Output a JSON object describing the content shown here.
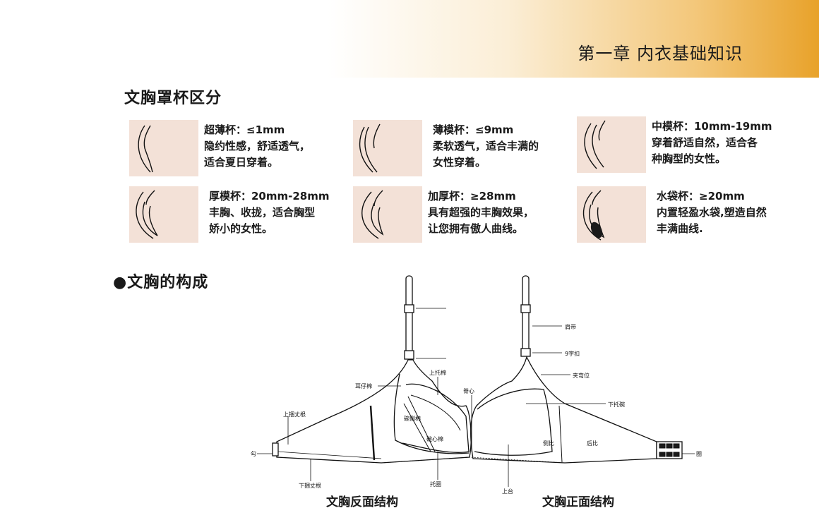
{
  "header": {
    "chapter_title": "第一章  内衣基础知识"
  },
  "section1": {
    "title": "文胸罩杯区分"
  },
  "cups": [
    {
      "name": "超薄杯：≤1mm",
      "lines": [
        "隐约性感，舒适透气，",
        "适合夏日穿着。"
      ]
    },
    {
      "name": "薄模杯：≤9mm",
      "lines": [
        "柔软透气，适合丰满的",
        "女性穿着。"
      ]
    },
    {
      "name": "中模杯：10mm-19mm",
      "lines": [
        "穿着舒适自然，适合各",
        "种胸型的女性。"
      ]
    },
    {
      "name": "厚模杯：20mm-28mm",
      "lines": [
        "丰胸、收拢，适合胸型",
        "娇小的女性。"
      ]
    },
    {
      "name": "加厚杯：≥28mm",
      "lines": [
        "具有超强的丰胸效果，",
        "让您拥有傲人曲线。"
      ]
    },
    {
      "name": "水袋杯：≥20mm",
      "lines": [
        "内置轻盈水袋,塑造自然",
        "丰满曲线."
      ]
    }
  ],
  "section2": {
    "title": "●文胸的构成"
  },
  "diagram": {
    "labels": {
      "shoulder_strap": "肩带",
      "nine_buckle": "9字扣",
      "armpit_position": "夹弯位",
      "lower_pad": "下托碗",
      "side_panel": "侧比",
      "back_panel": "后比",
      "ring": "圈",
      "bottom_edge": "上台",
      "center_gore": "脊心",
      "upper_pad": "上托棉",
      "ear_pad": "耳仔棉",
      "side_pad": "碗侧棉",
      "center_pad": "碗心棉",
      "upper_band_root": "上捆丈根",
      "hook": "勾",
      "lower_band_root": "下捆丈根",
      "underwire": "托圈"
    },
    "caption_back": "文胸反面结构",
    "caption_front": "文胸正面结构"
  }
}
